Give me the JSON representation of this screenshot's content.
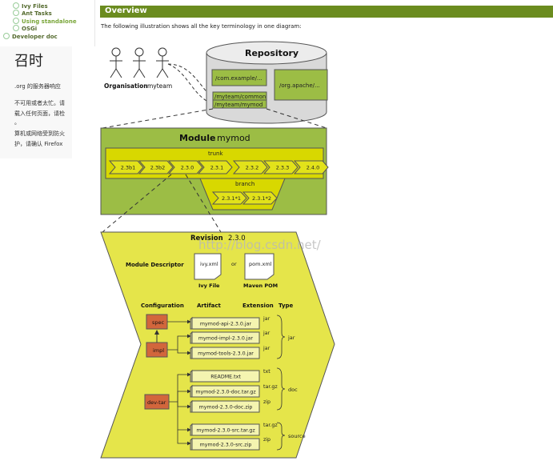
{
  "nav": {
    "items": [
      {
        "label": "Ivy Files",
        "selected": false
      },
      {
        "label": "Ant Tasks",
        "selected": false
      },
      {
        "label": "Using standalone",
        "selected": true
      },
      {
        "label": "OSGi",
        "selected": false
      }
    ],
    "section": "Developer doc"
  },
  "error_panel": {
    "title": "召时",
    "lines": [
      ".org 的服务器响应",
      "不可用或者太忙。请",
      "载入任何页面，请检",
      "。",
      "算机或网络受到防火",
      "护，请确认 Firefox"
    ]
  },
  "overview": {
    "heading": "Overview",
    "intro": "The following illustration shows all the key terminology in one diagram:"
  },
  "diagram": {
    "organisation_label": "Organisation",
    "myteam_label": "myteam",
    "repository": {
      "title": "Repository",
      "left_path": "/com.example/...",
      "right_path": "/org.apache/...",
      "common_path": "/myteam/common",
      "mymod_path": "/myteam/mymod"
    },
    "module": {
      "title": "Module",
      "name": "mymod",
      "trunk_label": "trunk",
      "branch_label": "branch",
      "trunk_versions": [
        "2.3b1",
        "2.3b2",
        "2.3.0",
        "2.3.1",
        "2.3.2",
        "2.3.3",
        "2.4.0"
      ],
      "branch_versions": [
        "2.3.1*1",
        "2.3.1*2"
      ]
    },
    "revision": {
      "title": "Revision",
      "number": "2.3.0",
      "descriptor_label": "Module Descriptor",
      "ivy_doc": "ivy.xml",
      "ivy_caption": "Ivy File",
      "or_label": "or",
      "pom_doc": "pom.xml",
      "pom_caption": "Maven POM",
      "headers": {
        "configuration": "Configuration",
        "artifact": "Artifact",
        "extension": "Extension",
        "type": "Type"
      },
      "configurations": [
        "spec",
        "impl",
        "dev-tar"
      ],
      "artifacts": [
        {
          "name": "mymod-api-2.3.0.jar",
          "ext": "jar"
        },
        {
          "name": "mymod-impl-2.3.0.jar",
          "ext": "jar"
        },
        {
          "name": "mymod-tools-2.3.0.jar",
          "ext": "jar"
        },
        {
          "name": "README.txt",
          "ext": "txt"
        },
        {
          "name": "mymod-2.3.0-doc.tar.gz",
          "ext": "tar.gz"
        },
        {
          "name": "mymod-2.3.0-doc.zip",
          "ext": "zip"
        },
        {
          "name": "mymod-2.3.0-src.tar.gz",
          "ext": "tar.gz"
        },
        {
          "name": "mymod-2.3.0-src.zip",
          "ext": "zip"
        }
      ],
      "types": [
        "jar",
        "doc",
        "source"
      ]
    },
    "watermark": "http://blog.csdn.net/"
  },
  "colors": {
    "header_green": "#6b8c1f",
    "module_green": "#9cbd45",
    "trunk_yellow": "#d8d800",
    "revision_yellow": "#e5e54a",
    "repo_box": "#9cbd45",
    "config_orange": "#d2663c"
  }
}
